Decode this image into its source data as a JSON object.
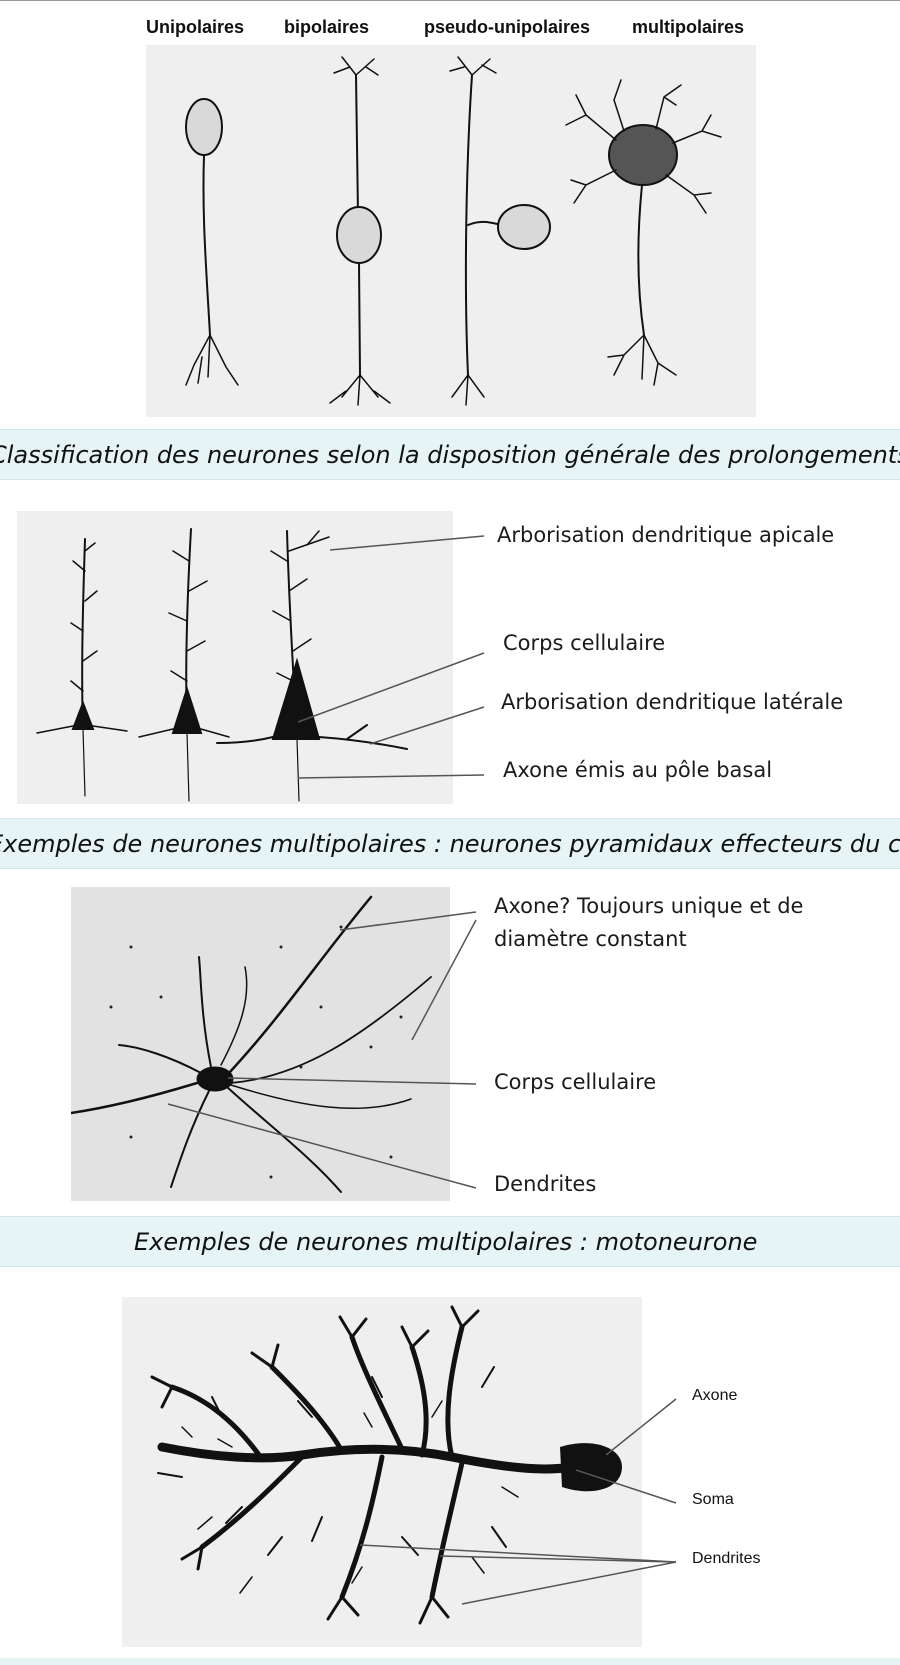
{
  "panel1": {
    "headers": [
      "Unipolaires",
      "bipolaires",
      "pseudo-unipolaires",
      "multipolaires"
    ],
    "caption": "Classification des neurones selon la disposition générale des prolongements"
  },
  "panel2": {
    "labels": [
      "Arborisation dendritique apicale",
      "Corps cellulaire",
      "Arborisation dendritique latérale",
      "Axone émis au pôle basal"
    ],
    "caption": "Exemples de neurones multipolaires : neurones pyramidaux effecteurs du cortex cérébral"
  },
  "panel3": {
    "label_axone_1": "Axone? Toujours unique et de",
    "label_axone_2": "diamètre constant",
    "label_corps": "Corps cellulaire",
    "label_dendrites": "Dendrites",
    "caption": "Exemples de neurones multipolaires : motoneurone"
  },
  "panel4": {
    "labels": [
      "Axone",
      "Soma",
      "Dendrites"
    ]
  },
  "colors": {
    "caption_bg": "#e6f4f5",
    "figure_bg": "#efefef",
    "ink": "#111111"
  }
}
